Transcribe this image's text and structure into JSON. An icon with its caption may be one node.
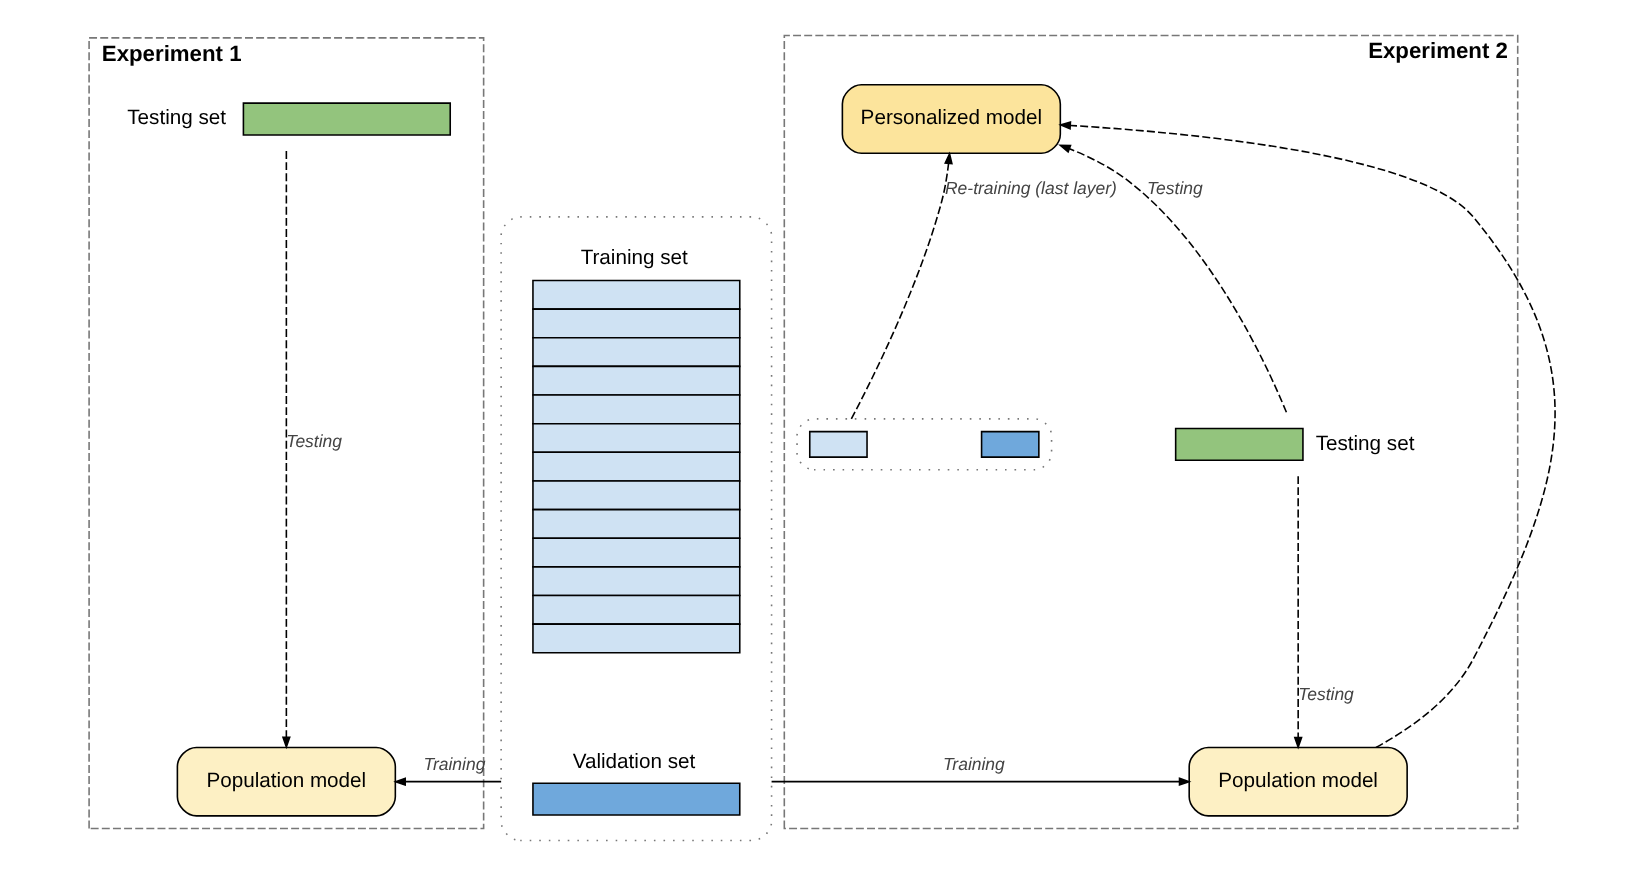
{
  "diagram": {
    "nodes": [
      {
        "text": [
          "Experiment 1"
        ]
      },
      {
        "text": [
          "Testing set"
        ],
        "in": 0
      },
      {
        "text": [
          "Population model"
        ],
        "in": 0
      },
      {
        "text": [],
        "shape": "box"
      },
      {
        "text": [
          "Training set"
        ],
        "in": 3
      },
      {
        "text": [
          "Validation set"
        ],
        "in": 3
      },
      {
        "text": [
          "Experiment 2"
        ]
      },
      {
        "text": [
          "Personalized model"
        ],
        "in": 6
      },
      {
        "text": [],
        "shape": "box",
        "in": 6
      },
      {
        "text": [],
        "shape": "bar",
        "in": 8
      },
      {
        "text": [],
        "shape": "bar",
        "in": 8
      },
      {
        "text": [
          "Testing set"
        ],
        "in": 6
      },
      {
        "text": [
          "Population model"
        ],
        "in": 6
      }
    ],
    "edges": [
      {
        "from": 1,
        "to": 2,
        "arrow": "to",
        "label": "Testing",
        "style": "dashed"
      },
      {
        "from": 3,
        "to": 2,
        "arrow": "to",
        "label": "Training"
      },
      {
        "from": 3,
        "to": 12,
        "arrow": "to",
        "label": "Training"
      },
      {
        "from": 12,
        "to": 7,
        "arrow": "to",
        "style": "dashed"
      },
      {
        "from": 8,
        "to": 7,
        "arrow": "to",
        "label": "Re-training (last layer)",
        "style": "dashed"
      },
      {
        "from": 11,
        "to": 7,
        "arrow": "to",
        "label": "Testing",
        "style": "dashed"
      },
      {
        "from": 11,
        "to": 12,
        "arrow": "to",
        "label": "Testing",
        "style": "dashed"
      }
    ]
  }
}
